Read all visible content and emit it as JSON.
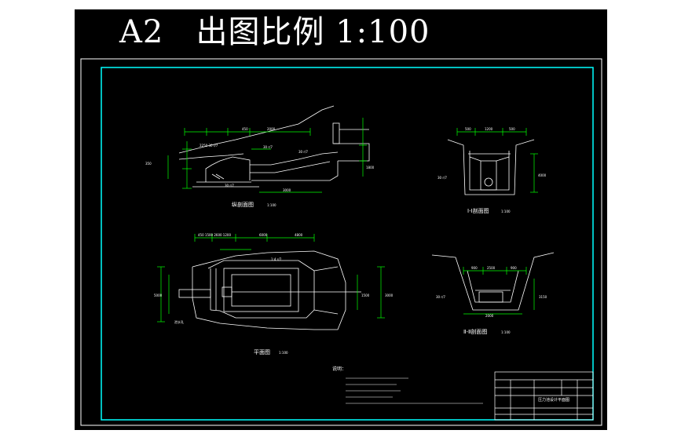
{
  "sheet": {
    "header": "A2   出图比例 1:100"
  },
  "views": {
    "longitudinal": {
      "title": "纵剖面图",
      "scale": "1:100"
    },
    "plan": {
      "title": "平面图",
      "scale": "1:100"
    },
    "section_1": {
      "title": "Ⅰ-Ⅰ剖面图",
      "scale": "1:100"
    },
    "section_2": {
      "title": "Ⅱ-Ⅱ剖面图",
      "scale": "1:100"
    }
  },
  "notes": {
    "heading": "说明："
  },
  "title_block": {
    "drawing_name": "压力池设计平面图"
  },
  "colors": {
    "frame_cyan": "#00ffff",
    "dim_green": "#00ff00",
    "line_white": "#ffffff",
    "sheet_black": "#000000"
  }
}
